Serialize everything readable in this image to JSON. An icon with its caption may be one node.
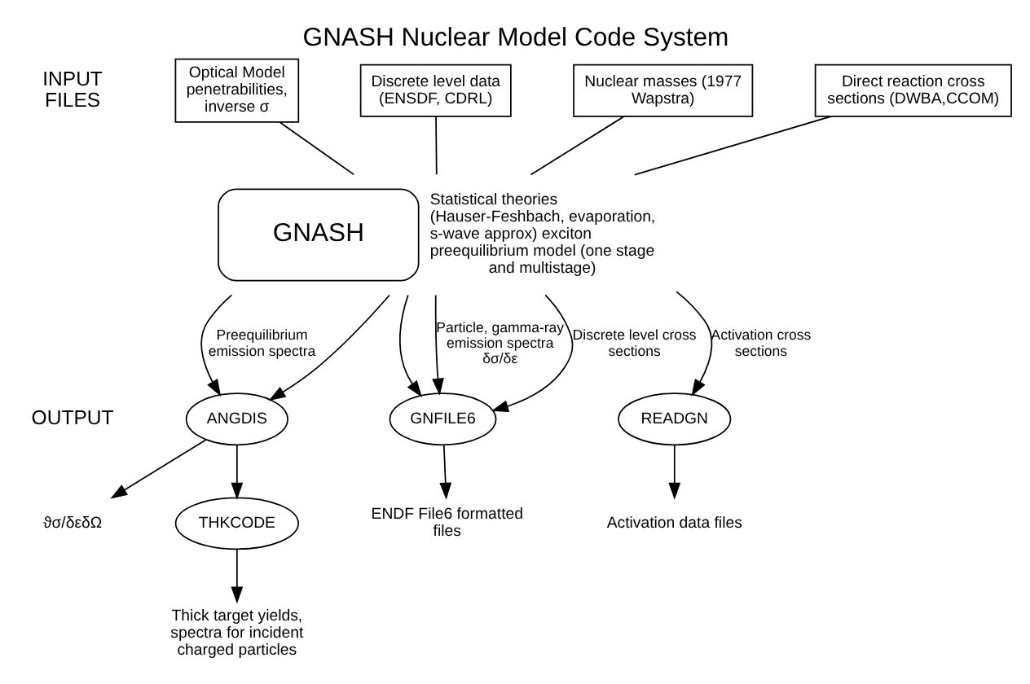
{
  "diagram": {
    "title": "GNASH Nuclear Model Code System",
    "nodes": [
      {
        "text": [
          "Optical Model penetrabilities, inverse σ"
        ]
      },
      {
        "text": [
          "Discrete level data (ENSDF, CDRL)"
        ]
      },
      {
        "text": [
          "Nuclear masses (1977 Wapstra)"
        ]
      },
      {
        "text": [
          "Direct reaction cross sections (DWBA,CCOM)"
        ]
      },
      {
        "text": [
          "GNASH"
        ],
        "beside": [
          "Statistical theories (Hauser-Feshbach, evaporation, s-wave approx) exciton preequilibrium model (one stage and multistage)"
        ]
      },
      {
        "text": [
          "ANGDIS"
        ]
      },
      {
        "text": [
          "GNFILE6"
        ]
      },
      {
        "text": [
          "READGN"
        ]
      },
      {
        "text": [
          "ϑσ/δεδΩ"
        ]
      },
      {
        "text": [
          "THKCODE"
        ]
      },
      {
        "text": [
          "ENDF File6 formatted files"
        ]
      },
      {
        "text": [
          "Activation data files"
        ]
      },
      {
        "text": [
          "Thick target yields, spectra for incident charged particles"
        ]
      }
    ],
    "edges": [
      {
        "from": 0,
        "to": 4,
        "arrow": "none"
      },
      {
        "from": 1,
        "to": 4,
        "arrow": "none"
      },
      {
        "from": 2,
        "to": 4,
        "arrow": "none"
      },
      {
        "from": 3,
        "to": 4,
        "arrow": "none"
      },
      {
        "from": 4,
        "to": 5,
        "arrow": "to",
        "label": "Preequilibrium emission spectra"
      },
      {
        "from": 4,
        "to": 5,
        "arrow": "to"
      },
      {
        "from": 4,
        "to": 6,
        "arrow": "to"
      },
      {
        "from": 4,
        "to": 6,
        "arrow": "to",
        "label": "Particle, gamma-ray emission spectra δσ/δε"
      },
      {
        "from": 4,
        "to": 6,
        "arrow": "to",
        "label": "Discrete level cross sections"
      },
      {
        "from": 4,
        "to": 7,
        "arrow": "to",
        "label": "Activation cross sections"
      },
      {
        "from": 5,
        "to": 8,
        "arrow": "to"
      },
      {
        "from": 5,
        "to": 9,
        "arrow": "to"
      },
      {
        "from": 6,
        "to": 10,
        "arrow": "to"
      },
      {
        "from": 7,
        "to": 11,
        "arrow": "to"
      },
      {
        "from": 9,
        "to": 12,
        "arrow": "to"
      }
    ],
    "labels": [
      "INPUT FILES",
      "OUTPUT"
    ]
  }
}
